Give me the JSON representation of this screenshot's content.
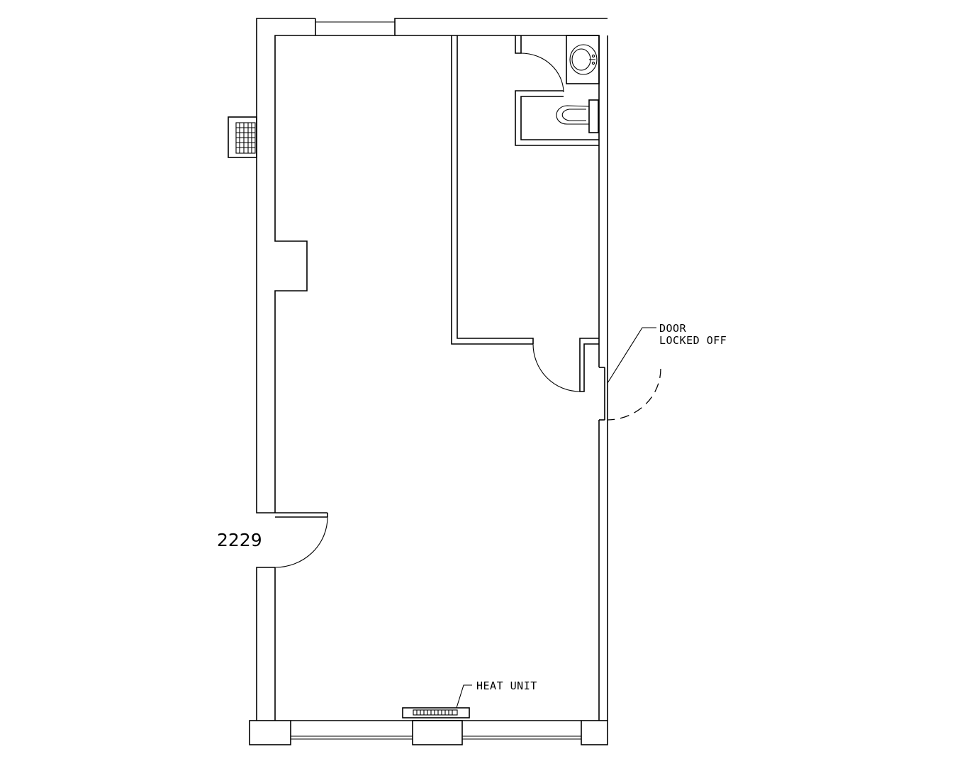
{
  "unit_number": "2229",
  "labels": {
    "door_line1": "DOOR",
    "door_line2": "LOCKED OFF",
    "heat_unit": "HEAT UNIT"
  }
}
